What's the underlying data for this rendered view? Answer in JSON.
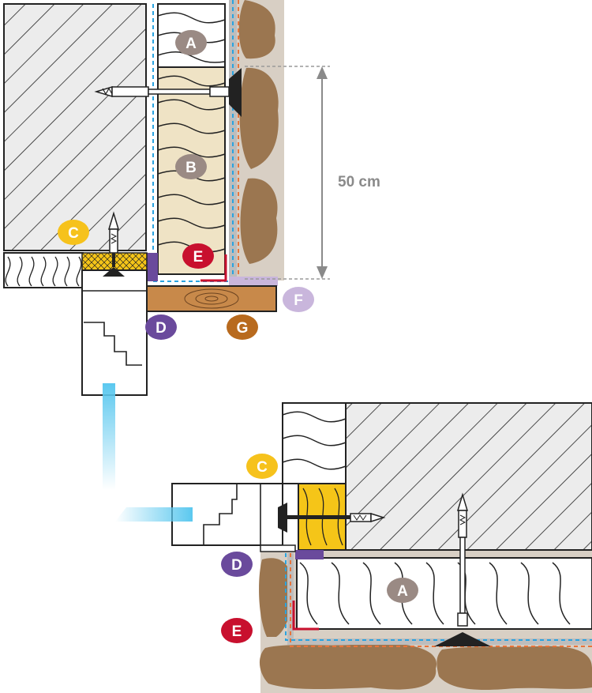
{
  "labels": {
    "a": "A",
    "b": "B",
    "c": "C",
    "d": "D",
    "e": "E",
    "f": "F",
    "g": "G"
  },
  "dimension": "50 cm",
  "colors": {
    "a": "#9a8a84",
    "b": "#9a8a84",
    "c": "#f6c21c",
    "d": "#6a4a9c",
    "e": "#c8102e",
    "f": "#c9b6dc",
    "g": "#b86a1e",
    "stone": "#9b7650",
    "mortar": "#d8cfc4",
    "insulation_warm": "#efe3c5",
    "foam": "#f5c518",
    "wood": "#c8894a",
    "membrane_blue": "#2aa3e0",
    "membrane_orange": "#e8743b",
    "air_flow": "#5bc8ef"
  }
}
